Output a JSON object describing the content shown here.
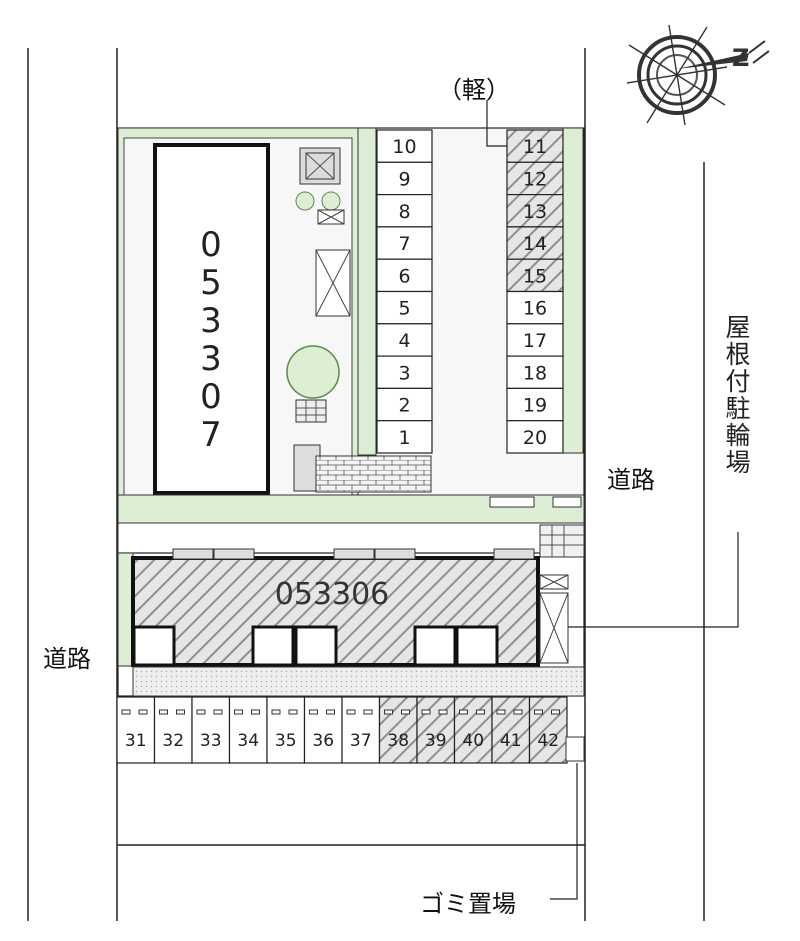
{
  "compass": {
    "label": "Z"
  },
  "labels": {
    "kei": "（軽）",
    "road_right": "道路",
    "road_left": "道路",
    "roofed_bicycle": "屋根付駐輪場",
    "garbage": "ゴミ置場"
  },
  "buildings": {
    "top": "053307",
    "bottom": "053306"
  },
  "parking": {
    "left_column": [
      "10",
      "9",
      "8",
      "7",
      "6",
      "5",
      "4",
      "3",
      "2",
      "1"
    ],
    "right_column": [
      "11",
      "12",
      "13",
      "14",
      "15",
      "16",
      "17",
      "18",
      "19",
      "20"
    ],
    "right_occupied": [
      "11",
      "12",
      "13",
      "14",
      "15"
    ],
    "bottom_row": [
      "31",
      "32",
      "33",
      "34",
      "35",
      "36",
      "37",
      "38",
      "39",
      "40",
      "41",
      "42"
    ],
    "bottom_occupied": [
      "38",
      "39",
      "40",
      "41",
      "42"
    ]
  },
  "colors": {
    "green": "#dcefd4",
    "hatch": "#9a9a9a",
    "line": "#222222"
  }
}
